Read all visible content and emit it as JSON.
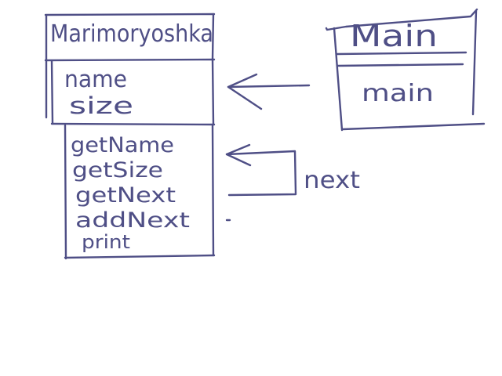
{
  "diagram": {
    "class_marimoryoshka": {
      "name": "Marimoryoshka",
      "attributes": [
        "name",
        "size"
      ],
      "methods": [
        "getName",
        "getSize",
        "getNext",
        "addNext",
        "print"
      ]
    },
    "class_main": {
      "name": "Main",
      "methods": [
        "main"
      ]
    },
    "self_association_label": "next"
  },
  "colors": {
    "ink": "#4f4f86",
    "background": "#ffffff"
  }
}
